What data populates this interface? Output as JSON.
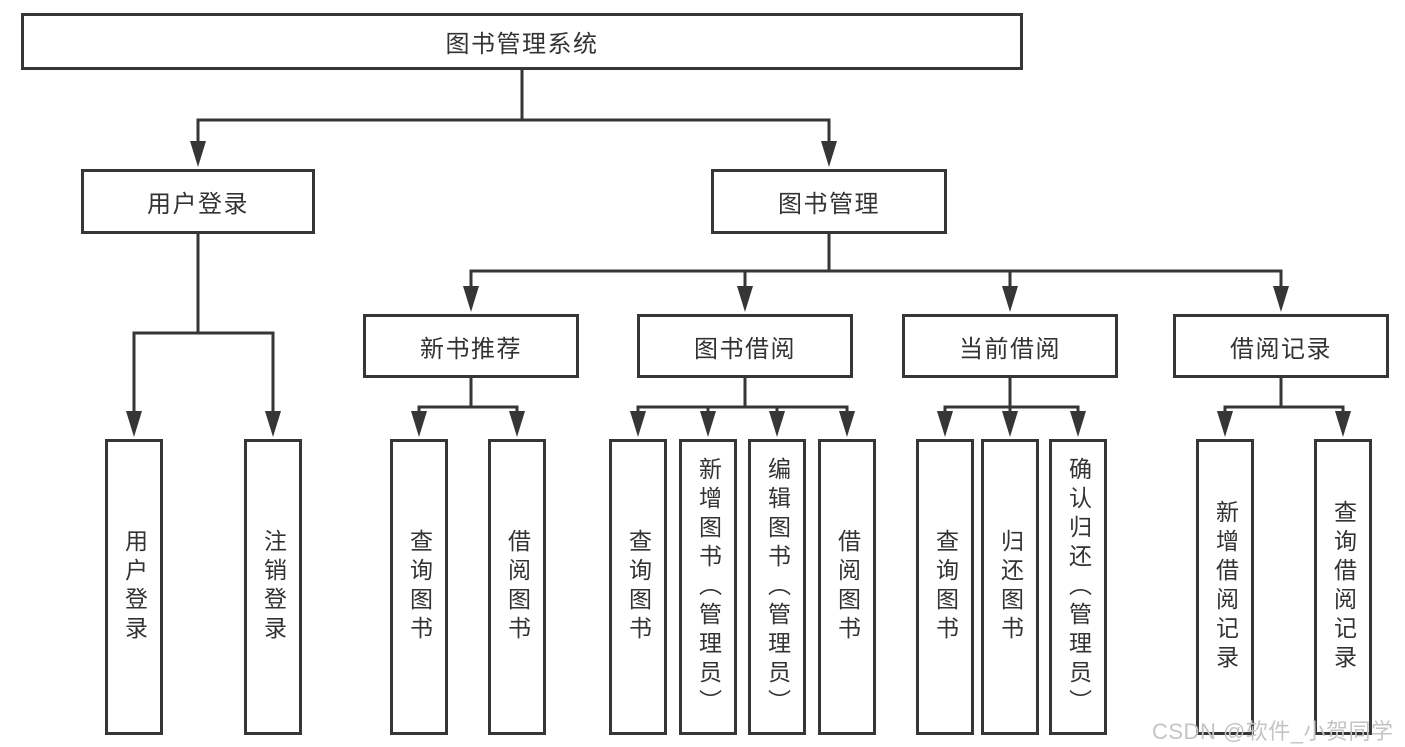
{
  "tree": {
    "label": "图书管理系统",
    "children": [
      {
        "label": "用户登录",
        "children": [
          {
            "label": "用户登录"
          },
          {
            "label": "注销登录"
          }
        ]
      },
      {
        "label": "图书管理",
        "children": [
          {
            "label": "新书推荐",
            "children": [
              {
                "label": "查询图书"
              },
              {
                "label": "借阅图书"
              }
            ]
          },
          {
            "label": "图书借阅",
            "children": [
              {
                "label": "查询图书"
              },
              {
                "label": "新增图书（管理员）"
              },
              {
                "label": "编辑图书（管理员）"
              },
              {
                "label": "借阅图书"
              }
            ]
          },
          {
            "label": "当前借阅",
            "children": [
              {
                "label": "查询图书"
              },
              {
                "label": "归还图书"
              },
              {
                "label": "确认归还（管理员）"
              }
            ]
          },
          {
            "label": "借阅记录",
            "children": [
              {
                "label": "新增借阅记录"
              },
              {
                "label": "查询借阅记录"
              }
            ]
          }
        ]
      }
    ]
  },
  "watermark": {
    "text": "CSDN @软件_小贺同学"
  },
  "colors": {
    "line": "#363636",
    "box_border": "#363636",
    "text": "#333333",
    "watermark": "#c4c4c4",
    "background": "#ffffff"
  }
}
